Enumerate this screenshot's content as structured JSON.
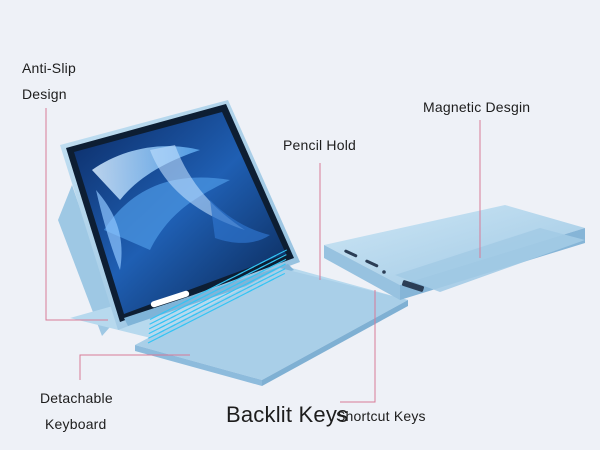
{
  "callouts": {
    "anti_slip_line1": "Anti-Slip",
    "anti_slip_line2": "Design",
    "pencil_hold": "Pencil Hold",
    "magnetic": "Magnetic Desgin",
    "detachable_line1": "Detachable",
    "detachable_line2": "Keyboard",
    "backlit": "Backlit Keys",
    "shortcut": "Shortcut Keys"
  },
  "colors": {
    "background": "#eef1f7",
    "case_blue": "#a9cfe8",
    "case_blue_dark": "#8dbbdc",
    "keyboard_key": "#eaf8ff",
    "key_glow": "#33c4f4",
    "leader_line": "#d87a97",
    "screen_dark": "#0c2c63",
    "screen_light": "#bfe0ff"
  },
  "icons": [
    "tablet-image",
    "keyboard-image",
    "closed-case-image"
  ]
}
